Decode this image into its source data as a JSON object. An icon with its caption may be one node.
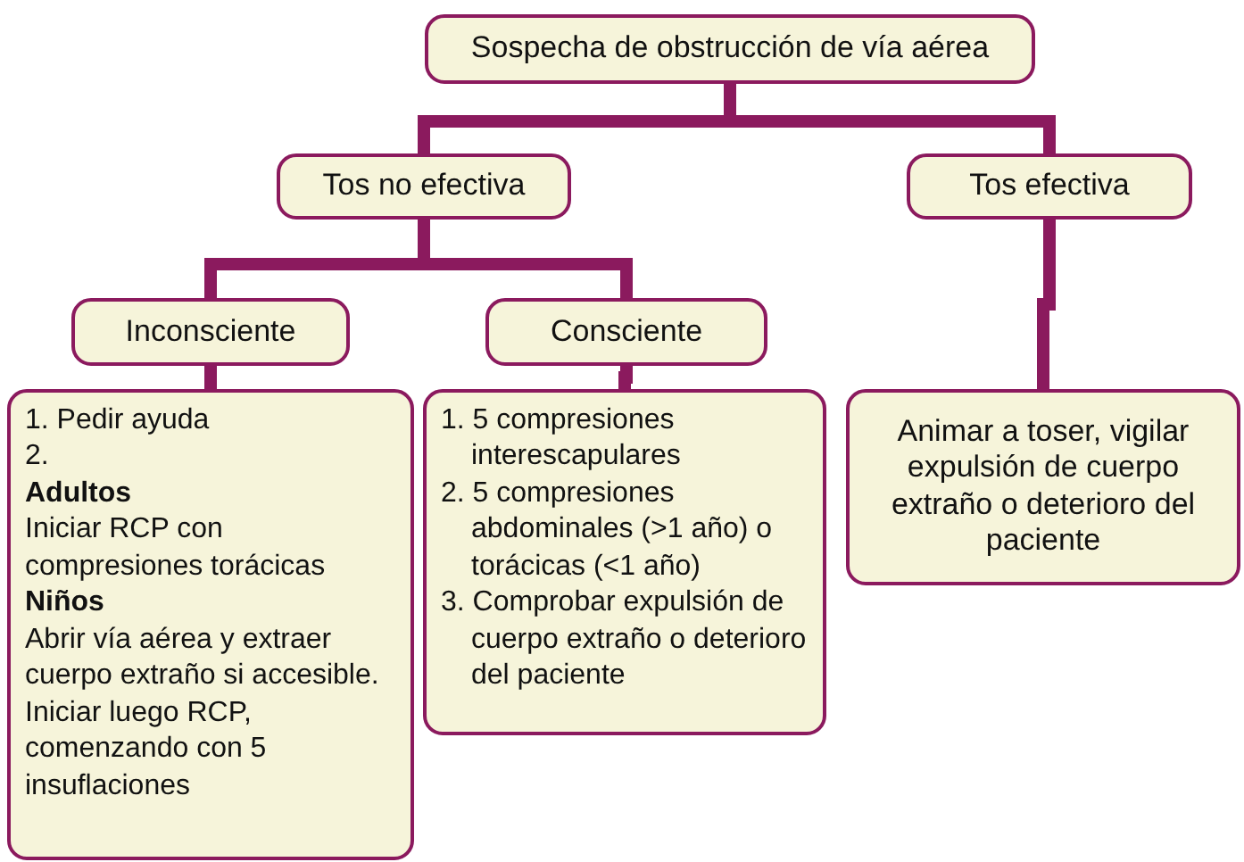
{
  "diagram": {
    "nodes": [
      {
        "text": [
          "Sospecha de obstrucción de vía aérea"
        ]
      },
      {
        "text": [
          "Tos no efectiva"
        ]
      },
      {
        "text": [
          "Tos efectiva"
        ]
      },
      {
        "text": [
          "Inconsciente"
        ]
      },
      {
        "text": [
          "Consciente"
        ]
      },
      {
        "text": [
          "1. Pedir ayuda",
          "2.",
          "Adultos",
          "Iniciar RCP con compresiones torácicas",
          "Niños",
          "Abrir vía aérea y extraer cuerpo extraño si accesible. Iniciar luego RCP, comenzando con 5 insuflaciones"
        ]
      },
      {
        "text": [
          "1. 5 compresiones interescapulares",
          "2. 5 compresiones abdominales (>1 año) o torácicas (<1 año)",
          "3. Comprobar expulsión de cuerpo extraño o deterioro del paciente"
        ]
      },
      {
        "text": [
          "Animar a toser, vigilar expulsión de cuerpo extraño o deterioro del paciente"
        ]
      }
    ],
    "edges": [
      {
        "from": 0,
        "to": 1,
        "arrow": "none"
      },
      {
        "from": 0,
        "to": 2,
        "arrow": "none"
      },
      {
        "from": 1,
        "to": 3,
        "arrow": "none"
      },
      {
        "from": 1,
        "to": 4,
        "arrow": "none"
      },
      {
        "from": 3,
        "to": 5,
        "arrow": "none"
      },
      {
        "from": 4,
        "to": 6,
        "arrow": "none"
      },
      {
        "from": 2,
        "to": 7,
        "arrow": "none"
      }
    ]
  }
}
